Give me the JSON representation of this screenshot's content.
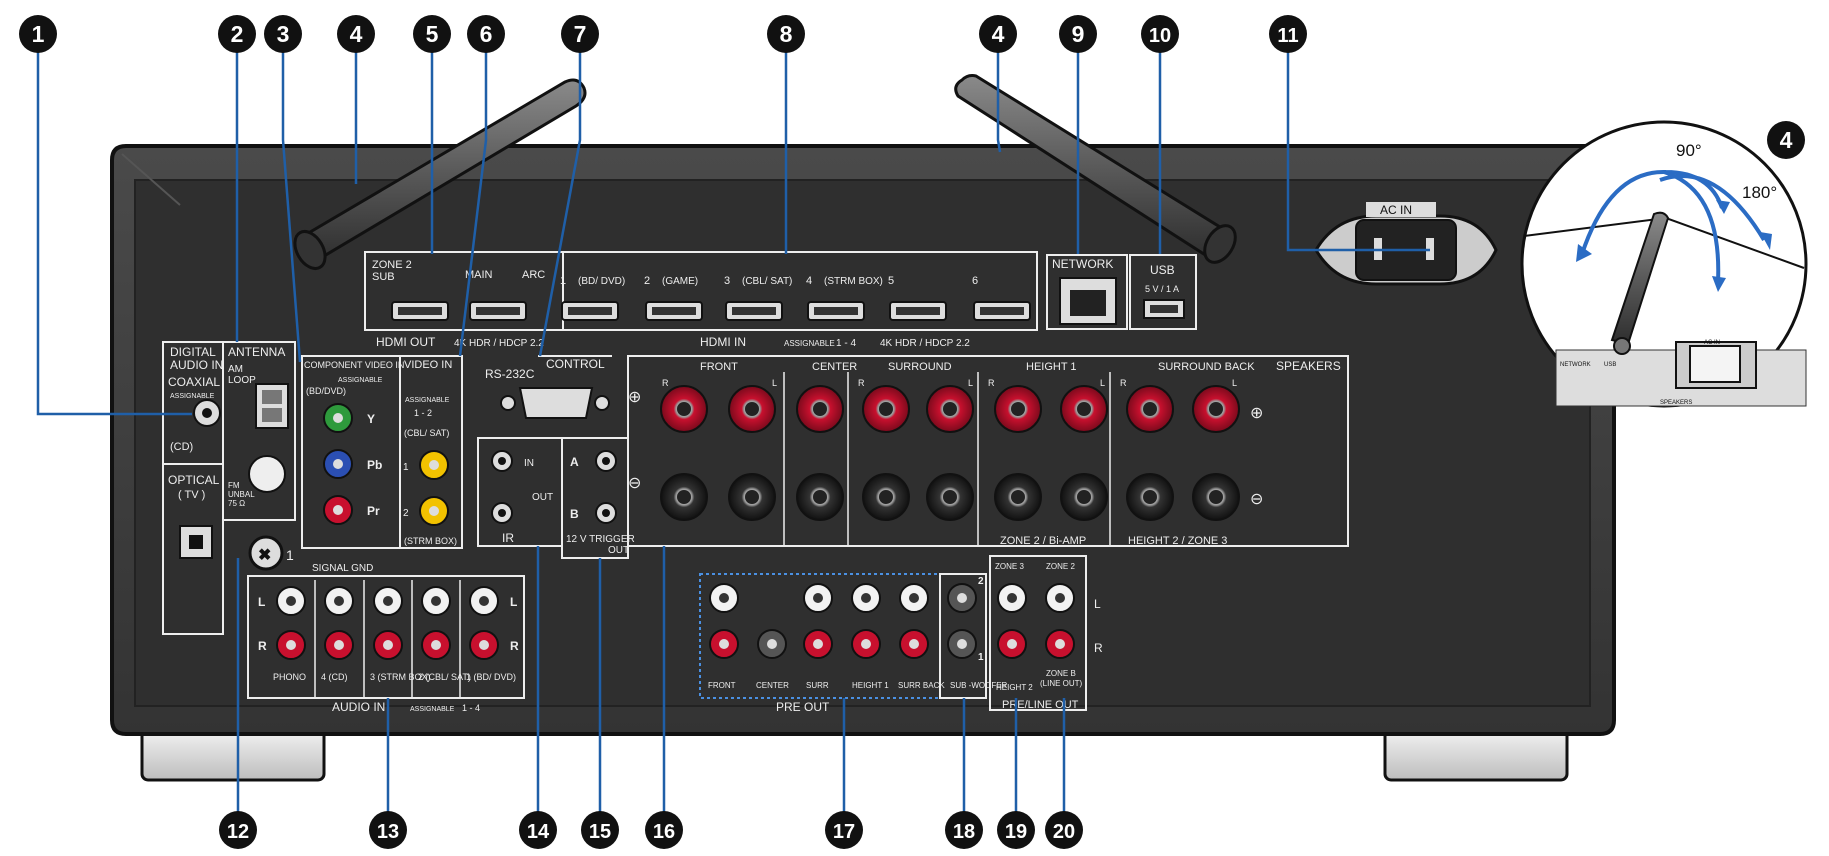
{
  "colors": {
    "panel": "#3a3a3a",
    "panel_dark": "#2b2b2b",
    "callout_line": "#1f5fa8",
    "speaker_red": "#c8102e",
    "rca_green": "#2e9a3c",
    "rca_blue": "#2b4fb3",
    "rca_yellow": "#f2c200"
  },
  "callouts": [
    "1",
    "2",
    "3",
    "4",
    "5",
    "6",
    "7",
    "8",
    "4",
    "9",
    "10",
    "11",
    "4",
    "12",
    "13",
    "14",
    "15",
    "16",
    "17",
    "18",
    "19",
    "20"
  ],
  "sections": {
    "digital_audio_in": [
      "DIGITAL",
      "AUDIO IN"
    ],
    "coaxial": "COAXIAL",
    "coaxial_assignable": "ASSIGNABLE",
    "coaxial_source": "(CD)",
    "optical": "OPTICAL",
    "optical_source": "( TV )",
    "antenna": "ANTENNA",
    "am_loop": [
      "AM",
      "LOOP"
    ],
    "fm": [
      "FM",
      "UNBAL",
      "75 Ω"
    ],
    "component_video_in": "COMPONENT VIDEO IN",
    "component_assignable": "ASSIGNABLE",
    "component_source": "(BD/DVD)",
    "component_y": "Y",
    "component_pb": "Pb",
    "component_pr": "Pr",
    "video_in": "VIDEO IN",
    "video_assignable": "ASSIGNABLE",
    "video_assign_range": "1 - 2",
    "video_src1": "(CBL/ SAT)",
    "video_src2": "(STRM BOX)",
    "video_n1": "1",
    "video_n2": "2",
    "zone2_sub": [
      "ZONE 2",
      "SUB"
    ],
    "hdmi_main": "MAIN",
    "hdmi_arc": "ARC",
    "hdmi_out": "HDMI OUT",
    "hdmi_out_spec": "4K HDR / HDCP 2.2",
    "hdmi_inputs": [
      {
        "num": "1",
        "name": "(BD/ DVD)"
      },
      {
        "num": "2",
        "name": "(GAME)"
      },
      {
        "num": "3",
        "name": "(CBL/ SAT)"
      },
      {
        "num": "4",
        "name": "(STRM BOX)"
      },
      {
        "num": "5",
        "name": ""
      },
      {
        "num": "6",
        "name": ""
      }
    ],
    "hdmi_in": "HDMI IN",
    "hdmi_in_assignable": "ASSIGNABLE",
    "hdmi_in_range": "1 - 4",
    "hdmi_in_spec": "4K HDR / HDCP 2.2",
    "network": "NETWORK",
    "usb": "USB",
    "usb_spec": "5 V / 1 A",
    "ac_in": "AC IN",
    "rs232c": "RS-232C",
    "control": "CONTROL",
    "ir_in": "IN",
    "ir_out": "OUT",
    "ir": "IR",
    "trigger_a": "A",
    "trigger_b": "B",
    "trigger": [
      "12 V  TRIGGER",
      "OUT"
    ],
    "speakers": "SPEAKERS",
    "speaker_groups": [
      "FRONT",
      "CENTER",
      "SURROUND",
      "HEIGHT 1",
      "SURROUND BACK"
    ],
    "plus": "⊕",
    "minus": "⊖",
    "zone2_biamp": "ZONE 2 / Bi-AMP",
    "height2_zone3": "HEIGHT 2 / ZONE 3",
    "signal_gnd": "SIGNAL GND",
    "gnd_num": "1",
    "audio_in": "AUDIO IN",
    "audio_in_assignable": "ASSIGNABLE",
    "audio_in_range": "1 - 4",
    "audio_in_labels": [
      "PHONO",
      "4 (CD)",
      "3 (STRM BOX)",
      "2 (CBL/ SAT)",
      "1 (BD/ DVD)"
    ],
    "pre_out": "PRE OUT",
    "pre_out_labels": [
      "FRONT",
      "CENTER",
      "SURR",
      "HEIGHT 1",
      "SURR BACK",
      "SUB -WOOFER"
    ],
    "subwoofer_nums": [
      "2",
      "1"
    ],
    "zone3": "ZONE 3",
    "zone2": "ZONE 2",
    "height2": "HEIGHT 2",
    "zone_b": [
      "ZONE B",
      "(LINE OUT)"
    ],
    "pre_line_out": "PRE/LINE OUT",
    "L": "L",
    "R": "R",
    "inset_90": "90°",
    "inset_180": "180°",
    "inset_network": "NETWORK",
    "inset_usb": "USB",
    "inset_acin": "AC IN",
    "inset_speakers": "SPEAKERS"
  }
}
